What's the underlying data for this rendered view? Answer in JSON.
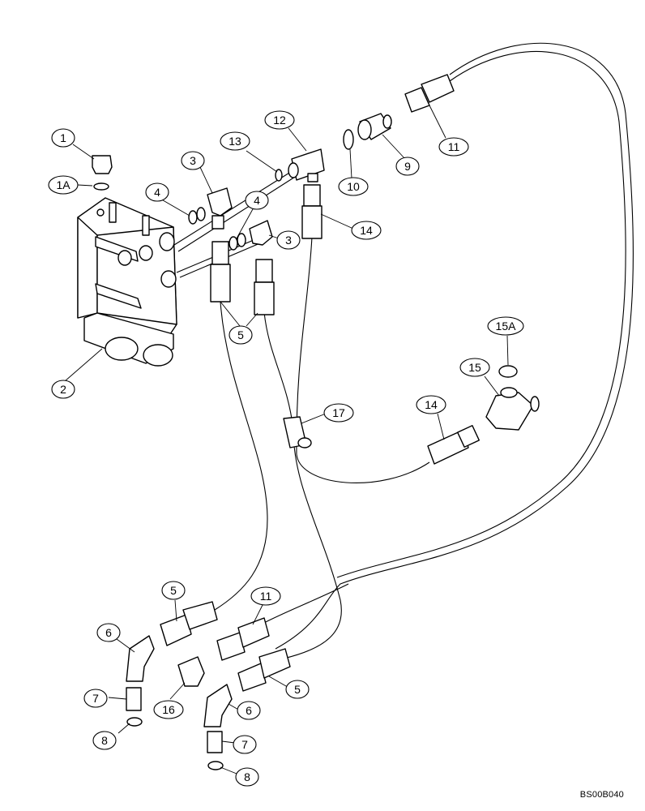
{
  "drawing_code": "BS00B040",
  "callouts": [
    "1",
    "1A",
    "2",
    "3",
    "4",
    "3",
    "4",
    "5",
    "13",
    "12",
    "10",
    "9",
    "11",
    "14",
    "15A",
    "15",
    "17",
    "14",
    "5",
    "11",
    "6",
    "16",
    "5",
    "6",
    "7",
    "8",
    "7",
    "8"
  ]
}
